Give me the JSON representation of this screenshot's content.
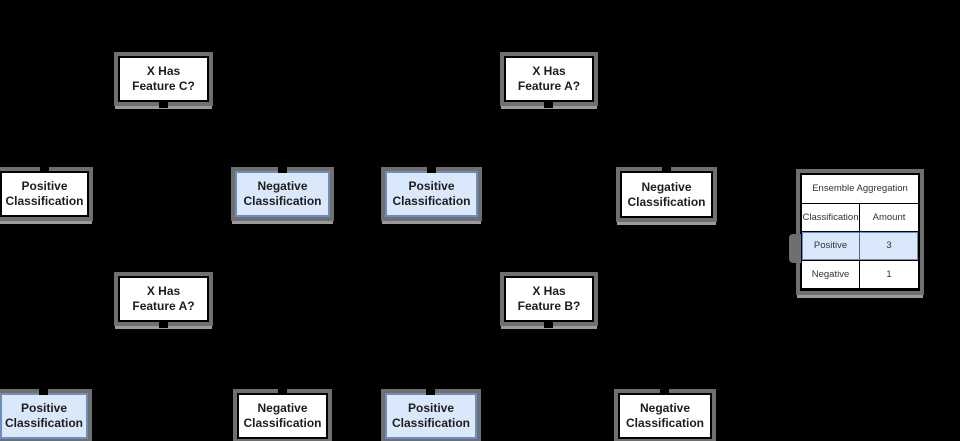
{
  "diagram": {
    "background_color": "#000000",
    "node_fill_default": "#ffffff",
    "node_border_default": "#000000",
    "node_fill_highlight": "#dae8fc",
    "node_border_highlight": "#6c8ebf",
    "shadow_color": "#6f6f6f",
    "trees": [
      {
        "root_label": "X Has\nFeature C?",
        "left_label": "Positive\nClassification",
        "left_highlighted": false,
        "right_label": "Negative\nClassification",
        "right_highlighted": true
      },
      {
        "root_label": "X Has\nFeature A?",
        "left_label": "Positive\nClassification",
        "left_highlighted": true,
        "right_label": "Negative\nClassification",
        "right_highlighted": false
      },
      {
        "root_label": "X Has\nFeature A?",
        "left_label": "Positive\nClassification",
        "left_highlighted": true,
        "right_label": "Negative\nClassification",
        "right_highlighted": false
      },
      {
        "root_label": "X Has\nFeature B?",
        "left_label": "Positive\nClassification",
        "left_highlighted": true,
        "right_label": "Negative\nClassification",
        "right_highlighted": false
      }
    ],
    "table": {
      "title": "Ensemble Aggregation",
      "columns": [
        "Classification",
        "Amount"
      ],
      "rows": [
        {
          "classification": "Positive",
          "amount": "3",
          "highlighted": true
        },
        {
          "classification": "Negative",
          "amount": "1",
          "highlighted": false
        }
      ]
    }
  }
}
